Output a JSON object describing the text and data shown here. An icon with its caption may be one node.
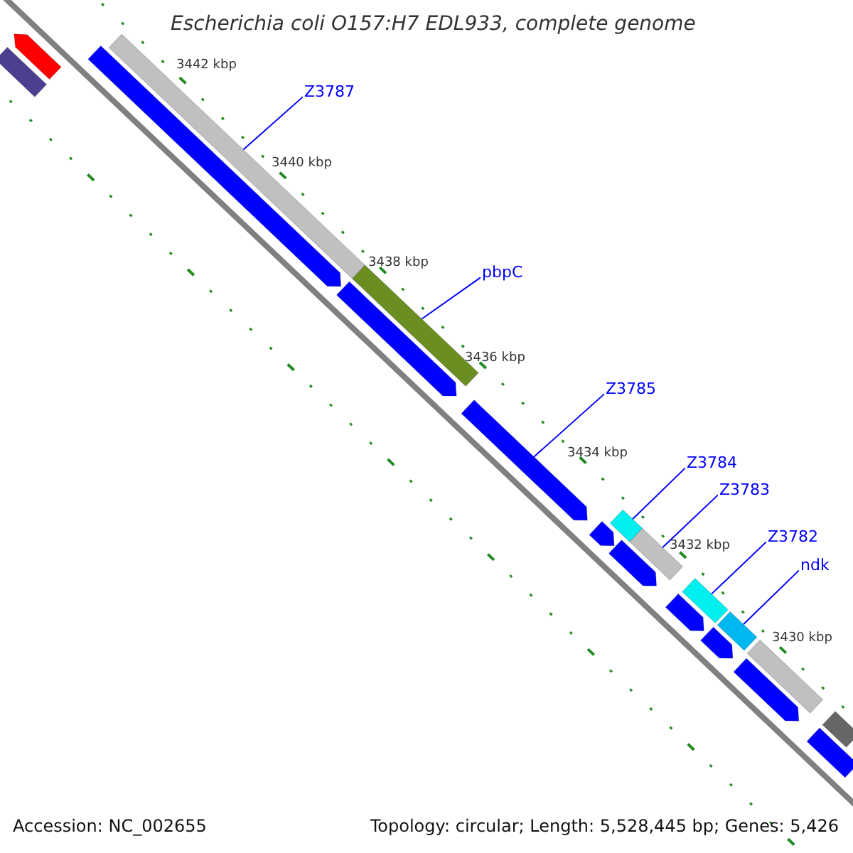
{
  "diagram": {
    "title": "Escherichia coli O157:H7 EDL933, complete genome",
    "nodes": [
      {
        "text": [
          "Z3787"
        ]
      },
      {
        "text": [
          "pbpC"
        ]
      },
      {
        "text": [
          "Z3785"
        ]
      },
      {
        "text": [
          "Z3784"
        ]
      },
      {
        "text": [
          "Z3783"
        ]
      },
      {
        "text": [
          "Z3782"
        ]
      },
      {
        "text": [
          "ndk"
        ]
      },
      {
        "text": [],
        "shape": "bar"
      },
      {
        "text": [],
        "shape": "bar"
      },
      {
        "text": [],
        "shape": "bar"
      },
      {
        "text": [],
        "shape": "bar"
      },
      {
        "text": [],
        "shape": "bar"
      },
      {
        "text": [],
        "shape": "bar"
      },
      {
        "text": [],
        "shape": "bar"
      },
      {
        "text": [],
        "shape": "bar"
      },
      {
        "text": [],
        "shape": "bar"
      },
      {
        "text": [],
        "shape": "bar"
      },
      {
        "text": [],
        "shape": "bar"
      },
      {
        "text": [],
        "shape": "bar"
      },
      {
        "text": [],
        "shape": "bar"
      },
      {
        "text": [],
        "shape": "bar"
      },
      {
        "text": [],
        "shape": "bar"
      },
      {
        "text": [],
        "shape": "bar"
      },
      {
        "text": [],
        "shape": "bar"
      },
      {
        "text": [],
        "shape": "bar"
      },
      {
        "text": [],
        "shape": "bar"
      }
    ],
    "edges": [
      {
        "from": 0,
        "to": 10,
        "arrow": "none"
      },
      {
        "from": 1,
        "to": 12,
        "arrow": "none"
      },
      {
        "from": 2,
        "to": 13,
        "arrow": "none"
      },
      {
        "from": 3,
        "to": 15,
        "arrow": "none"
      },
      {
        "from": 4,
        "to": 17,
        "arrow": "none"
      },
      {
        "from": 5,
        "to": 19,
        "arrow": "none"
      },
      {
        "from": 6,
        "to": 21,
        "arrow": "none"
      }
    ],
    "labels": [
      "3442 kbp",
      "3440 kbp",
      "3438 kbp",
      "3436 kbp",
      "3434 kbp",
      "3432 kbp",
      "3430 kbp",
      "Accession: NC_002655",
      "Topology: circular; Length: 5,528,445 bp; Genes: 5,426"
    ]
  }
}
